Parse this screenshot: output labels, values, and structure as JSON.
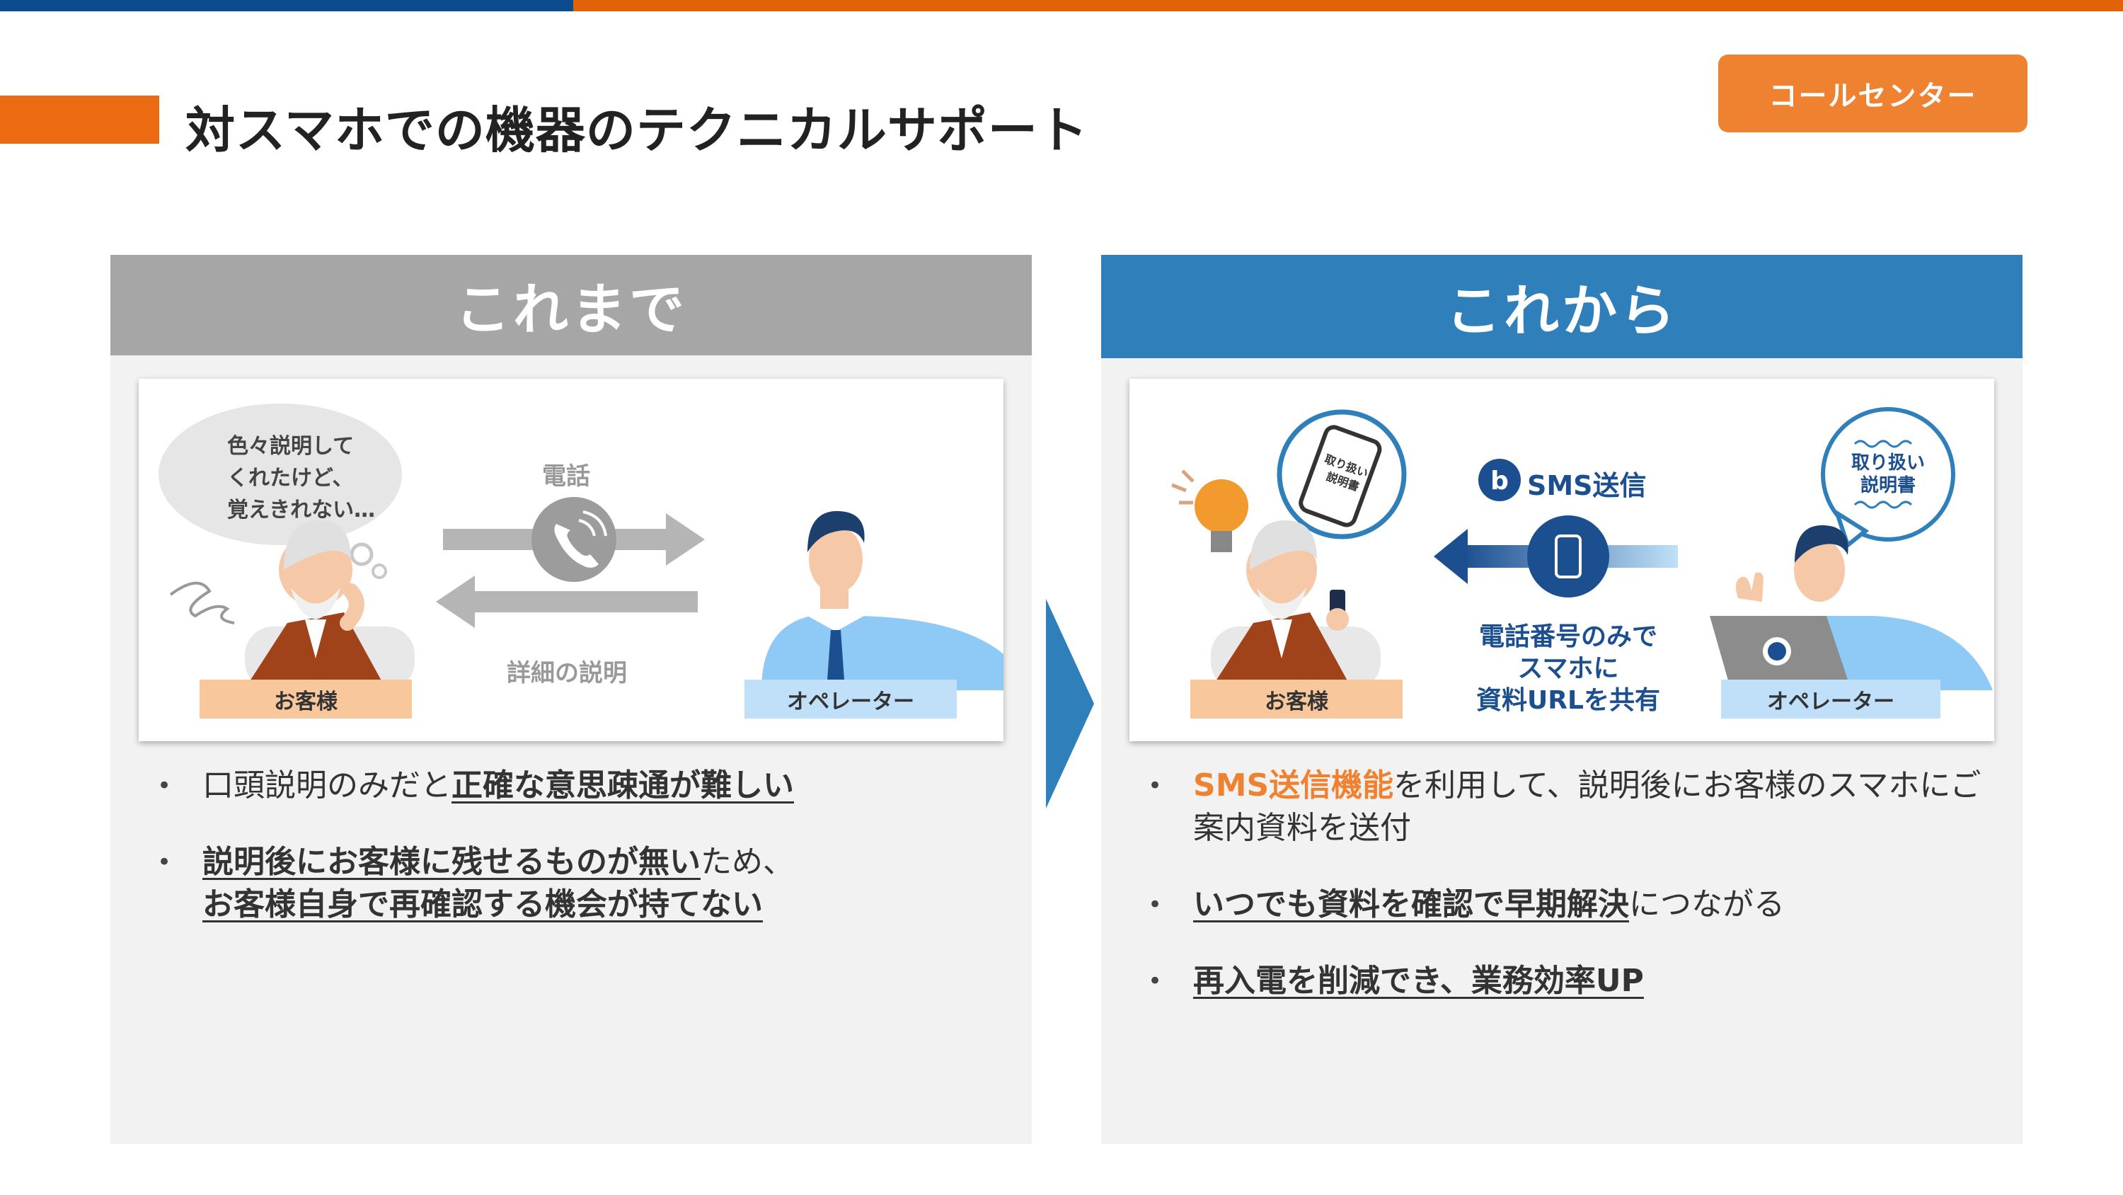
{
  "page": {
    "title": "対スマホでの機器のテクニカルサポート",
    "badge": "コールセンター"
  },
  "before": {
    "heading": "これまで",
    "speech": [
      "色々説明して",
      "くれたけど、",
      "覚えきれない…"
    ],
    "phone_label": "電話",
    "detail_label": "詳細の説明",
    "customer_label": "お客様",
    "operator_label": "オペレーター",
    "bullets": [
      {
        "plain": "口頭説明のみだと",
        "emph": "正確な意思疎通が難しい"
      },
      {
        "emph1": "説明後にお客様に残せるものが無い",
        "plain": "ため、",
        "emph2": "お客様自身で再確認する機会が持てない"
      }
    ]
  },
  "after": {
    "heading": "これから",
    "sms_label": "SMS送信",
    "share_lines": [
      "電話番号のみで",
      "スマホに",
      "資料URLを共有"
    ],
    "manual_lines": [
      "取り扱い",
      "説明書"
    ],
    "phone_screen_lines": [
      "取り扱い",
      "説明書"
    ],
    "customer_label": "お客様",
    "operator_label": "オペレーター",
    "bullets": [
      {
        "orange": "SMS送信機能",
        "plain": "を利用して、説明後にお客様のスマホにご案内資料を送付"
      },
      {
        "emph": "いつでも資料を確認で早期解決",
        "plain": "につながる"
      },
      {
        "emph": "再入電を削減でき、業務効率UP"
      }
    ]
  },
  "colors": {
    "accent_orange": "#ef8230",
    "title_orange": "#ec6a12",
    "blue": "#2f80ba",
    "gray_head": "#a6a6a6",
    "navy": "#0d4b8f"
  },
  "icons": [
    "phone-icon",
    "lightbulb-icon",
    "smartphone-icon",
    "sms-logo-icon",
    "laptop-icon"
  ]
}
